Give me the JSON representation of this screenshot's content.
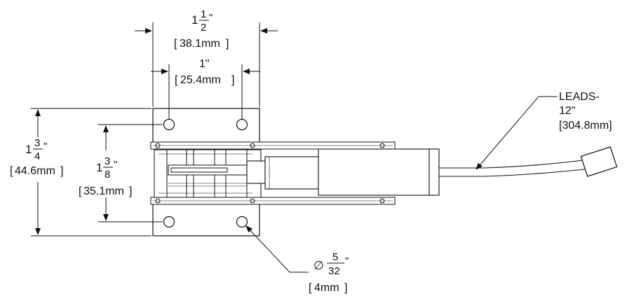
{
  "dims": {
    "outer_width": {
      "whole": "1",
      "num": "1",
      "den": "2",
      "unit": "\"",
      "metric": "38.1mm"
    },
    "hole_spacing": {
      "inch": "1\"",
      "metric": "25.4mm"
    },
    "outer_height": {
      "whole": "1",
      "num": "3",
      "den": "4",
      "unit": "\"",
      "metric": "44.6mm"
    },
    "hole_vertical": {
      "whole": "1",
      "num": "3",
      "den": "8",
      "unit": "\"",
      "metric": "35.1mm"
    },
    "hole_diameter": {
      "symbol": "∅",
      "num": "5",
      "den": "32",
      "unit": "\"",
      "metric": "4mm"
    }
  },
  "leads": {
    "line1": "LEADS-",
    "line2": "12\"",
    "line3": "[304.8mm]"
  }
}
